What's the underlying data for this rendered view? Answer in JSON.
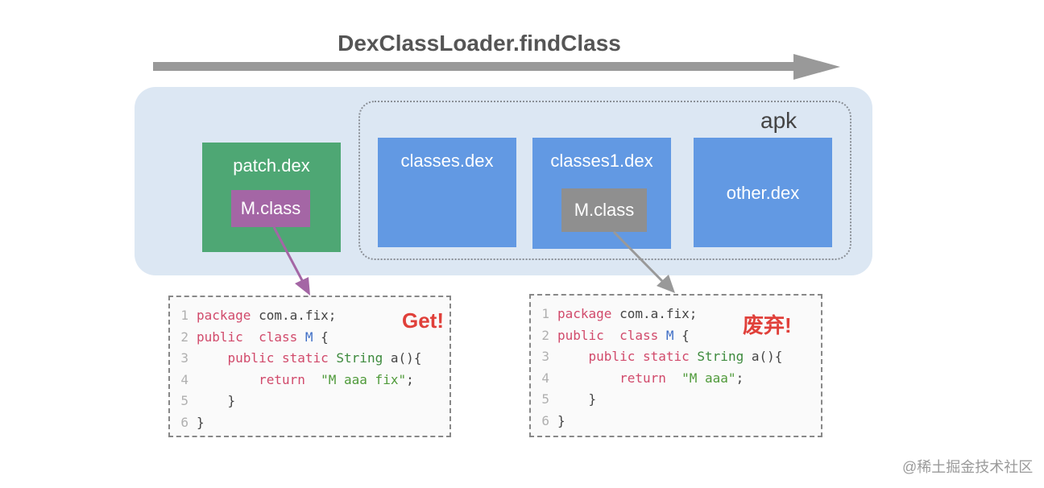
{
  "title": "DexClassLoader.findClass",
  "apk_label": "apk",
  "patch_dex": {
    "label": "patch.dex",
    "class_label": "M.class"
  },
  "classes_dex": {
    "label": "classes.dex"
  },
  "classes1_dex": {
    "label": "classes1.dex",
    "class_label": "M.class"
  },
  "other_dex": {
    "label": "other.dex"
  },
  "code_left": {
    "stamp": "Get!",
    "lines": [
      {
        "n": "1",
        "parts": [
          [
            "kw",
            "package"
          ],
          [
            "pl",
            " com.a.fix;"
          ]
        ]
      },
      {
        "n": "2",
        "parts": [
          [
            "kw",
            "public"
          ],
          [
            "pl",
            "  "
          ],
          [
            "kw",
            "class"
          ],
          [
            "pl",
            " "
          ],
          [
            "cls",
            "M"
          ],
          [
            "pl",
            " {"
          ]
        ]
      },
      {
        "n": "3",
        "parts": [
          [
            "pl",
            "    "
          ],
          [
            "kw",
            "public static"
          ],
          [
            "pl",
            " "
          ],
          [
            "ty",
            "String"
          ],
          [
            "pl",
            " a(){"
          ]
        ]
      },
      {
        "n": "4",
        "parts": [
          [
            "pl",
            "        "
          ],
          [
            "kw",
            "return"
          ],
          [
            "pl",
            "  "
          ],
          [
            "str",
            "\"M aaa fix\""
          ],
          [
            "pl",
            ";"
          ]
        ]
      },
      {
        "n": "5",
        "parts": [
          [
            "pl",
            "    }"
          ]
        ]
      },
      {
        "n": "6",
        "parts": [
          [
            "pl",
            "}"
          ]
        ]
      }
    ]
  },
  "code_right": {
    "stamp": "废弃!",
    "lines": [
      {
        "n": "1",
        "parts": [
          [
            "kw",
            "package"
          ],
          [
            "pl",
            " com.a.fix;"
          ]
        ]
      },
      {
        "n": "2",
        "parts": [
          [
            "kw",
            "public"
          ],
          [
            "pl",
            "  "
          ],
          [
            "kw",
            "class"
          ],
          [
            "pl",
            " "
          ],
          [
            "cls",
            "M"
          ],
          [
            "pl",
            " {"
          ]
        ]
      },
      {
        "n": "3",
        "parts": [
          [
            "pl",
            "    "
          ],
          [
            "kw",
            "public static"
          ],
          [
            "pl",
            " "
          ],
          [
            "ty",
            "String"
          ],
          [
            "pl",
            " a(){"
          ]
        ]
      },
      {
        "n": "4",
        "parts": [
          [
            "pl",
            "        "
          ],
          [
            "kw",
            "return"
          ],
          [
            "pl",
            "  "
          ],
          [
            "str",
            "\"M aaa\""
          ],
          [
            "pl",
            ";"
          ]
        ]
      },
      {
        "n": "5",
        "parts": [
          [
            "pl",
            "    }"
          ]
        ]
      },
      {
        "n": "6",
        "parts": [
          [
            "pl",
            "}"
          ]
        ]
      }
    ]
  },
  "watermark": "@稀土掘金技术社区",
  "colors": {
    "patch_green": "#4ea774",
    "dex_blue": "#6299e3",
    "class_purple": "#a466a5",
    "class_gray": "#8f8f8f",
    "stamp_red": "#e0403a"
  }
}
